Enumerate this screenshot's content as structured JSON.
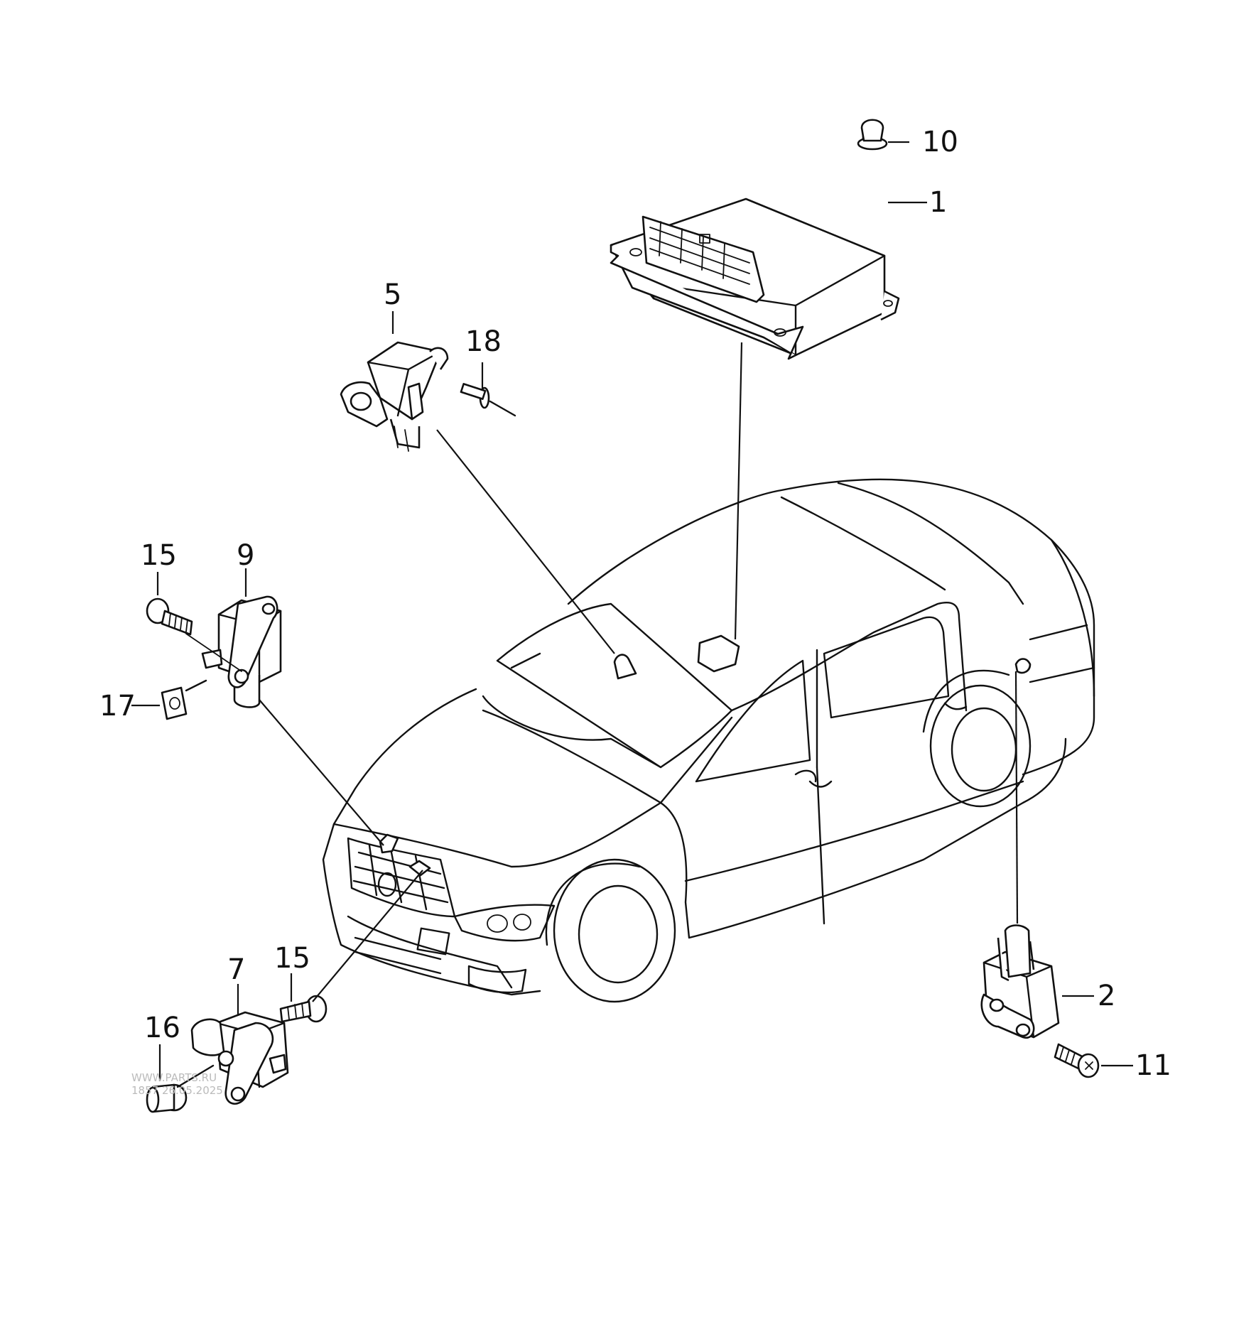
{
  "callouts": {
    "c1": "1",
    "c2": "2",
    "c5": "5",
    "c7": "7",
    "c9": "9",
    "c10": "10",
    "c11": "11",
    "c15a": "15",
    "c15b": "15",
    "c16": "16",
    "c17": "17",
    "c18": "18"
  },
  "watermark": {
    "line1": "WWW.PARTS.RU",
    "line2": "1857 26.05.2025"
  },
  "parts": {
    "p1": "control-unit",
    "p2": "side-sensor",
    "p5": "crash-sensor",
    "p7": "front-sensor-left",
    "p9": "front-sensor-right",
    "p10": "nut",
    "p11": "screw",
    "p15": "bolt",
    "p16": "clip-nut",
    "p17": "spring-nut",
    "p18": "rivet"
  },
  "colors": {
    "line": "#111111",
    "background": "#ffffff",
    "watermark": "#bbbbbb"
  }
}
